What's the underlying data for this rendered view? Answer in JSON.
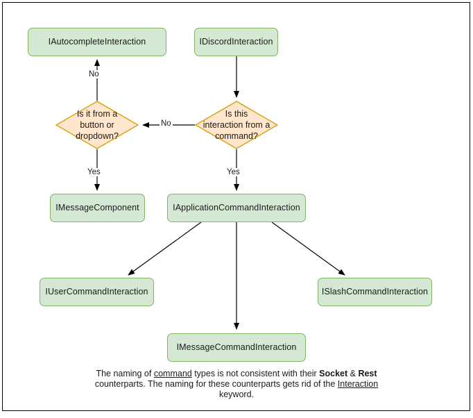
{
  "diagram": {
    "title": "Discord Interaction type hierarchy flowchart",
    "colors": {
      "node_fill": "#d5e8d4",
      "node_stroke": "#82b366",
      "decision_fill": "#ffe6cc",
      "decision_stroke": "#d79b00",
      "edge": "#000000",
      "text": "#1a1a1a",
      "page_border": "#000000",
      "background": "#ffffff"
    },
    "nodes": {
      "autocomplete": {
        "label": "IAutocompleteInteraction",
        "shape": "rounded-rect"
      },
      "discord": {
        "label": "IDiscordInteraction",
        "shape": "rounded-rect"
      },
      "message_component": {
        "label": "IMessageComponent",
        "shape": "rounded-rect"
      },
      "application_command": {
        "label": "IApplicationCommandInteraction",
        "shape": "rounded-rect"
      },
      "user_command": {
        "label": "IUserCommandInteraction",
        "shape": "rounded-rect"
      },
      "slash_command": {
        "label": "ISlashCommandInteraction",
        "shape": "rounded-rect"
      },
      "message_command": {
        "label": "IMessageCommandInteraction",
        "shape": "rounded-rect"
      }
    },
    "decisions": {
      "from_command": {
        "line1": "Is this",
        "line2": "interaction from a",
        "line3": "command?",
        "shape": "diamond"
      },
      "from_button_or_dropdown": {
        "line1": "Is it from a",
        "line2": "button or",
        "line3": "dropdown?",
        "shape": "diamond"
      }
    },
    "edge_labels": {
      "command_no": "No",
      "command_yes": "Yes",
      "button_no": "No",
      "button_yes": "Yes"
    },
    "footnote": {
      "part1": "The naming of ",
      "underline1": "command",
      "part2": " types is not consistent with their ",
      "bold1": "Socket",
      "part3": " & ",
      "bold2": "Rest",
      "part4": " counterparts. The naming for these counterparts gets rid of the ",
      "underline2": "Interaction",
      "part5": " keyword."
    }
  }
}
